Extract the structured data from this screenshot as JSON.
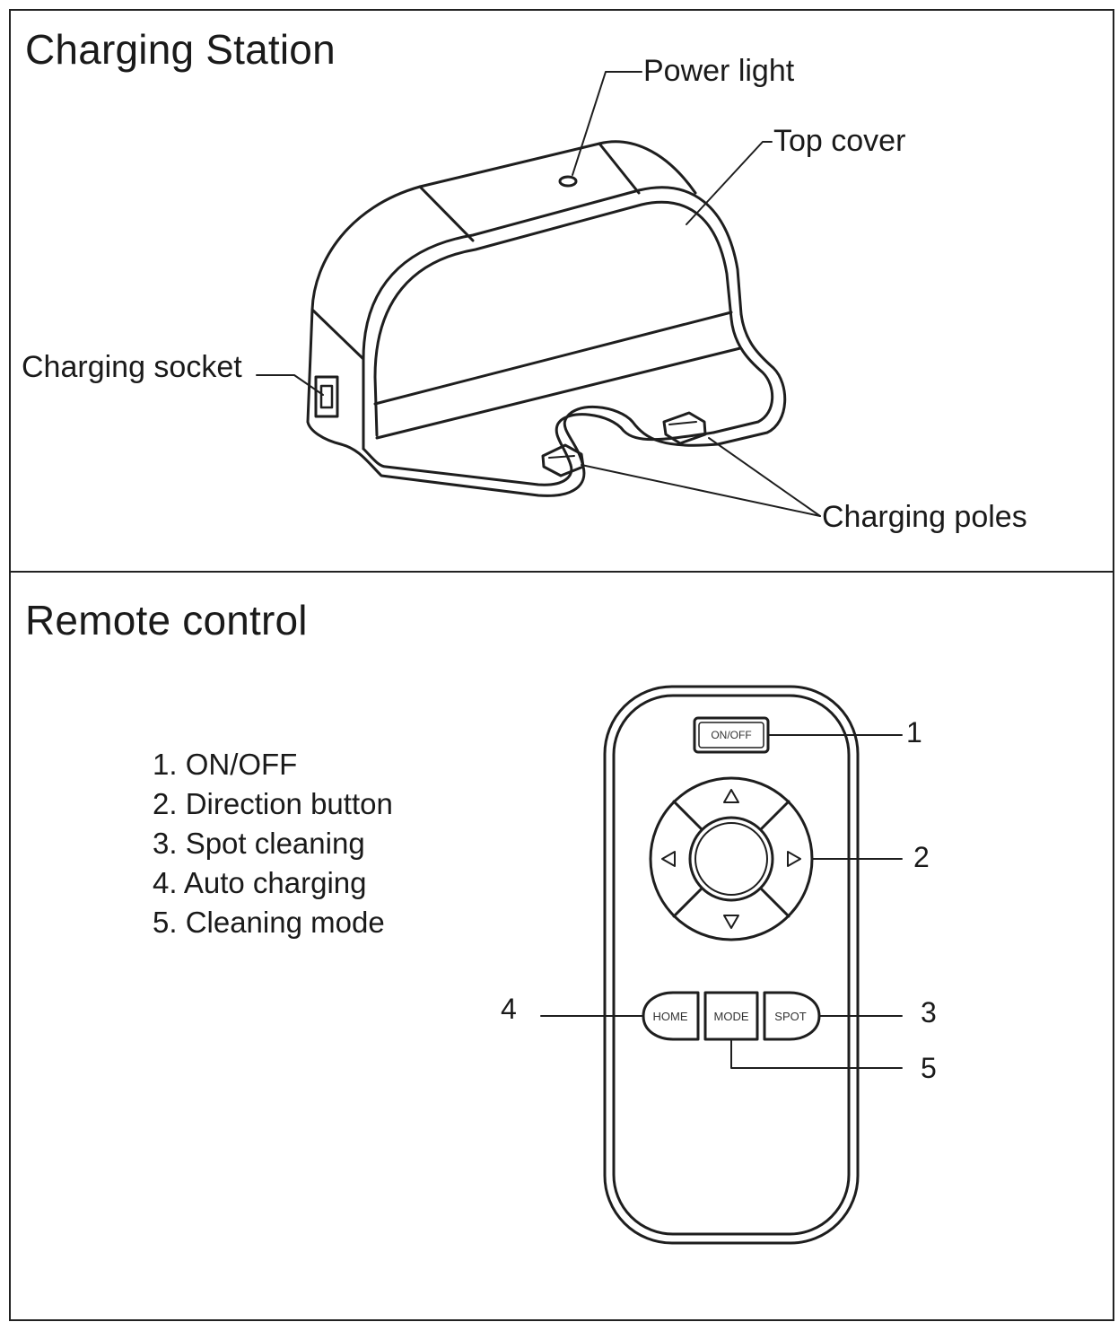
{
  "station": {
    "title": "Charging Station",
    "labels": {
      "power_light": "Power light",
      "top_cover": "Top cover",
      "charging_socket": "Charging socket",
      "charging_poles": "Charging poles"
    }
  },
  "remote": {
    "title": "Remote control",
    "legend": [
      "1. ON/OFF",
      "2. Direction button",
      "3. Spot cleaning",
      "4. Auto charging",
      "5. Cleaning mode"
    ],
    "buttons": {
      "on_off": "ON/OFF",
      "home": "HOME",
      "mode": "MODE",
      "spot": "SPOT"
    },
    "callout_numbers": [
      "1",
      "2",
      "3",
      "4",
      "5"
    ]
  }
}
